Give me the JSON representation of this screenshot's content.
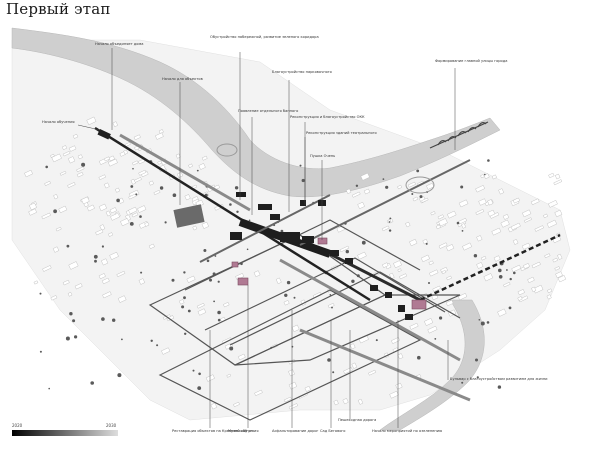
{
  "page": {
    "title": "Первый этап"
  },
  "annotations": [
    {
      "id": "a1",
      "text": "Начало объединяет дома"
    },
    {
      "id": "a2",
      "text": "Обустройство набережной, развитие зеленого коридора"
    },
    {
      "id": "a3",
      "text": "Начало для объектов"
    },
    {
      "id": "a4",
      "text": "Благоустройство парковочного"
    },
    {
      "id": "a5",
      "text": "Формирование главной улицы города"
    },
    {
      "id": "a6",
      "text": "Начало обучения"
    },
    {
      "id": "a7",
      "text": "Появление отдельного банного"
    },
    {
      "id": "a8",
      "text": "Реконструкция и благоустройство ОКК"
    },
    {
      "id": "a9",
      "text": "Реконструкция зданий театрального"
    },
    {
      "id": "a10",
      "text": "Пушка Очень"
    },
    {
      "id": "a11",
      "text": "Бульвар с благоустройством развитием для жизни"
    },
    {
      "id": "a12",
      "text": "Реставрация объектов на Кремлевской ул."
    },
    {
      "id": "a13",
      "text": "Музей обучения"
    },
    {
      "id": "a14",
      "text": "Асфальтирование дорог"
    },
    {
      "id": "a15",
      "text": "Сад Бегового"
    },
    {
      "id": "a16",
      "text": "Пешеходная дорога"
    },
    {
      "id": "a17",
      "text": "Начало мероприятий по озеленению"
    }
  ],
  "legend": {
    "scale_start": "2020",
    "scale_end": "2030",
    "gradient_from": "#000000",
    "gradient_to": "#dddddd"
  },
  "colors": {
    "river": "#c9c9c9",
    "ground": "#f2f2f2",
    "highlight": "#b07a93",
    "road_dark": "#1f1f1f",
    "road_grey": "#7a7a7a"
  }
}
